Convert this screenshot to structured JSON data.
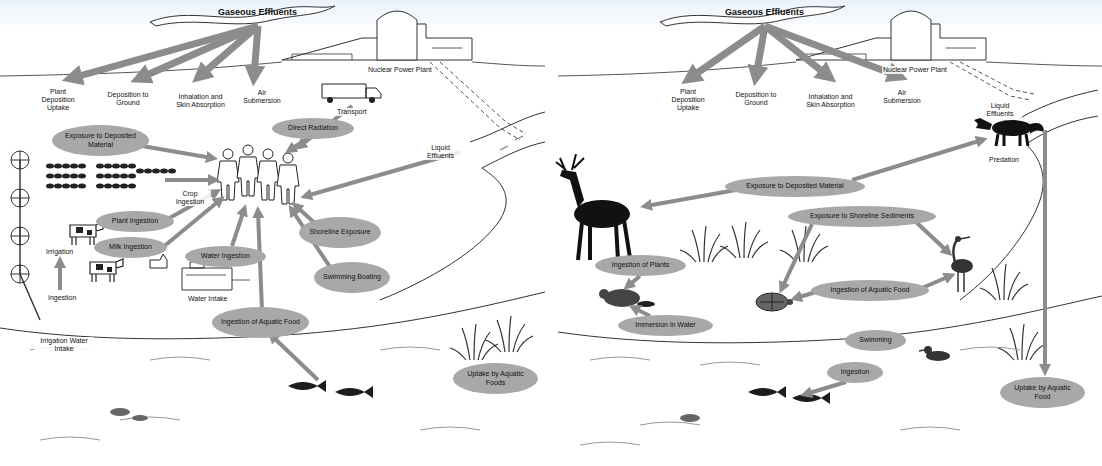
{
  "diagram": {
    "nodes": [
      {
        "text": [
          "Exposure to Deposited Material"
        ]
      },
      {
        "text": [
          "Direct Radiation"
        ]
      },
      {
        "text": [
          "Plant Ingestion"
        ]
      },
      {
        "text": [
          "Milk Ingestion"
        ]
      },
      {
        "text": [
          "Water Ingestion"
        ]
      },
      {
        "text": [
          "Shoreline Exposure"
        ]
      },
      {
        "text": [
          "Swimming Boating"
        ]
      },
      {
        "text": [
          "Ingestion of Aquatic Food"
        ]
      },
      {
        "text": [
          "Uptake by Aquatic Foods"
        ]
      },
      {
        "text": [
          "Exposure to Deposited Material"
        ]
      },
      {
        "text": [
          "Exposure to Shoreline Sediments"
        ]
      },
      {
        "text": [
          "Ingestion of Plants"
        ]
      },
      {
        "text": [
          "Ingestion of Aquatic Food"
        ]
      },
      {
        "text": [
          "Immersion in Water"
        ]
      },
      {
        "text": [
          "Swimming"
        ]
      },
      {
        "text": [
          "Ingestion"
        ]
      },
      {
        "text": [
          "Uptake by Aquatic Food"
        ]
      }
    ],
    "labels": [
      "Gaseous Effluents",
      "Nuclear Power Plant",
      "Plant Deposition Uptake",
      "Deposition to Ground",
      "Inhalation and Skin Absorption",
      "Air Submersion",
      "Transport",
      "Liquid Effluents",
      "Crop Ingestion",
      "Irrigation",
      "Ingestion",
      "Irrigation Water Intake",
      "Water Intake",
      "Gaseous Effluents",
      "Nuclear Power Plant",
      "Plant Deposition Uptake",
      "Deposition to Ground",
      "Inhalation and Skin Absorption",
      "Air Submersion",
      "Predation",
      "Liquid Effluents"
    ]
  }
}
